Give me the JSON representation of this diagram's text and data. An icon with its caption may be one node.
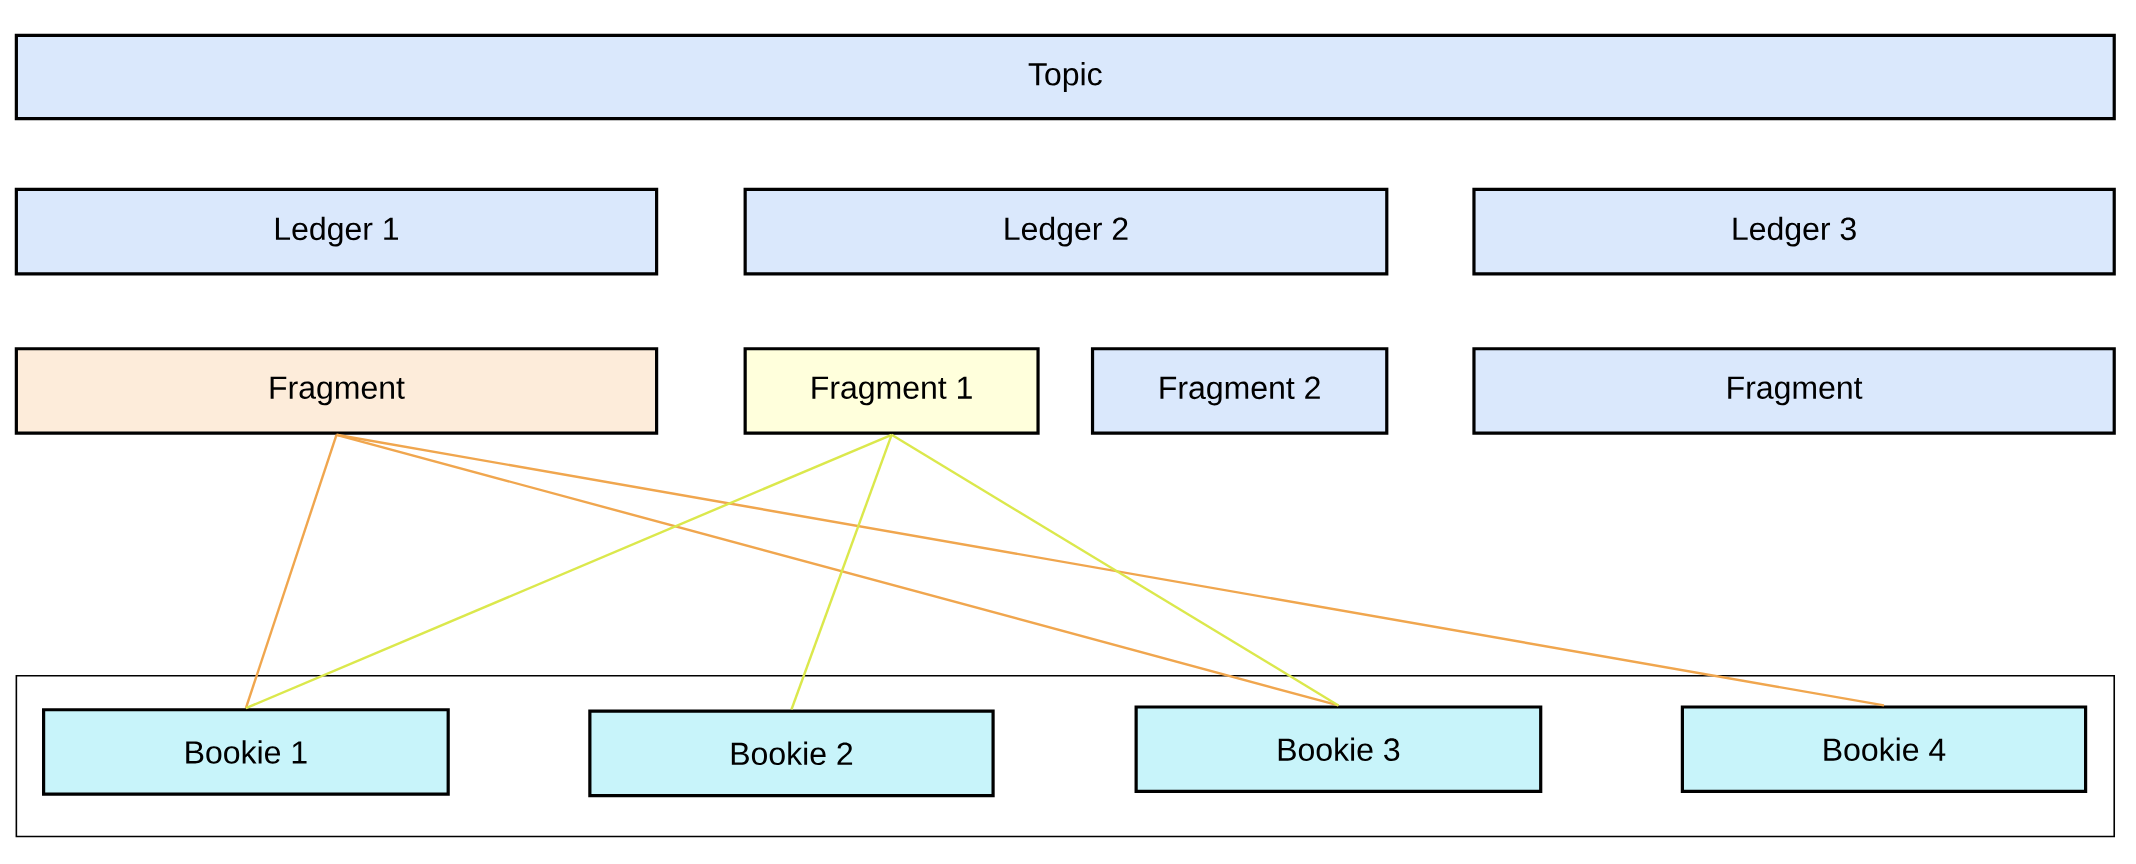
{
  "diagram": {
    "nodes": [
      {
        "text": [
          "Topic"
        ]
      },
      {
        "text": [
          "Ledger 1"
        ]
      },
      {
        "text": [
          "Ledger 2"
        ]
      },
      {
        "text": [
          "Ledger 3"
        ]
      },
      {
        "text": [
          "Fragment"
        ]
      },
      {
        "text": [
          "Fragment 1"
        ]
      },
      {
        "text": [
          "Fragment 2"
        ]
      },
      {
        "text": [
          "Fragment"
        ]
      },
      {
        "text": [],
        "shape": "box"
      },
      {
        "text": [
          "Bookie 1"
        ],
        "in": 8
      },
      {
        "text": [
          "Bookie 2"
        ],
        "in": 8
      },
      {
        "text": [
          "Bookie 3"
        ],
        "in": 8
      },
      {
        "text": [
          "Bookie 4"
        ],
        "in": 8
      }
    ],
    "edges": [
      {
        "from": 4,
        "to": 9,
        "arrow": "none",
        "color": "#f0a64e"
      },
      {
        "from": 4,
        "to": 11,
        "arrow": "none",
        "color": "#f0a64e"
      },
      {
        "from": 4,
        "to": 12,
        "arrow": "none",
        "color": "#f0a64e"
      },
      {
        "from": 5,
        "to": 9,
        "arrow": "none",
        "color": "#dbe84c"
      },
      {
        "from": 5,
        "to": 10,
        "arrow": "none",
        "color": "#dbe84c"
      },
      {
        "from": 5,
        "to": 11,
        "arrow": "none",
        "color": "#dbe84c"
      }
    ]
  }
}
